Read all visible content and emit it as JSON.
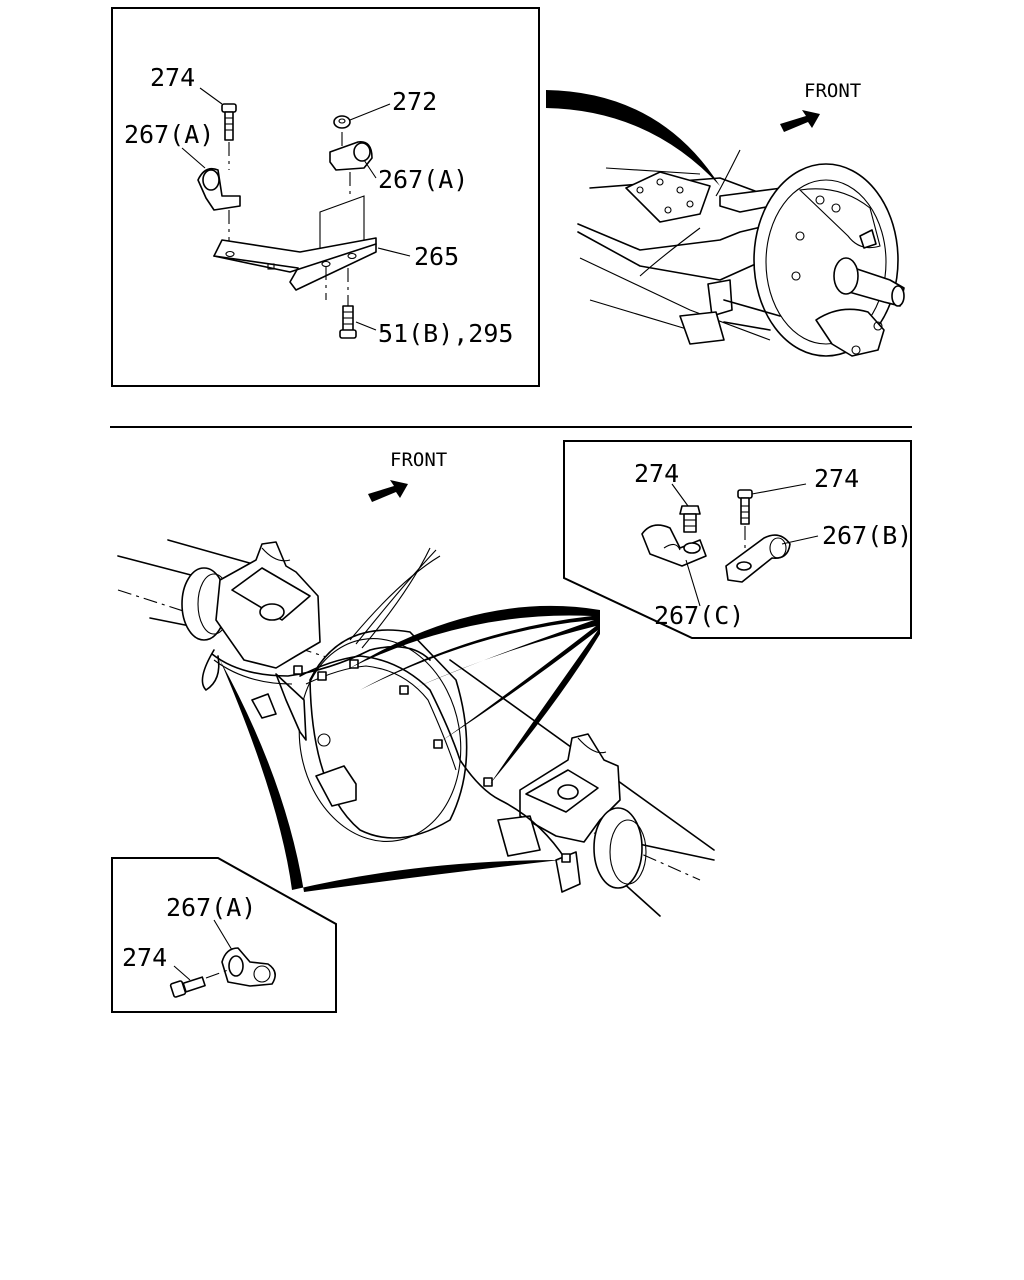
{
  "diagram": {
    "front_label_top": "FRONT",
    "front_label_bottom": "FRONT",
    "detail_top": {
      "labels": {
        "bolt_274": "274",
        "clip_267a_left": "267(A)",
        "nut_272": "272",
        "clip_267a_right": "267(A)",
        "bracket_265": "265",
        "bolt_51b_295": "51(B),295"
      }
    },
    "detail_right": {
      "labels": {
        "bolt_274_left": "274",
        "bolt_274_right": "274",
        "clip_267b": "267(B)",
        "clip_267c": "267(C)"
      }
    },
    "detail_bottom": {
      "labels": {
        "clip_267a": "267(A)",
        "bolt_274": "274"
      }
    }
  }
}
